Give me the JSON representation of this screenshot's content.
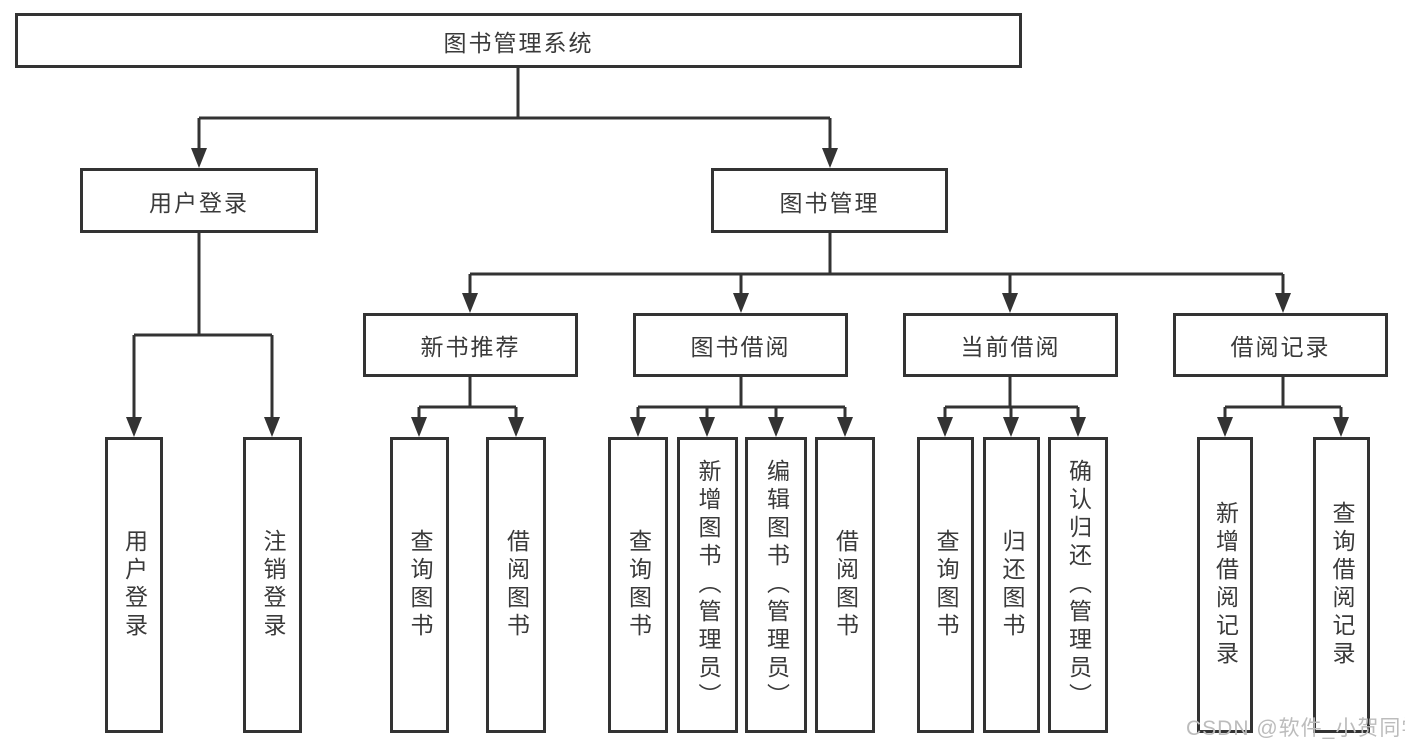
{
  "title": "图书管理系统",
  "tree": {
    "root": "图书管理系统",
    "branches": [
      {
        "label": "用户登录",
        "children": [
          "用户登录",
          "注销登录"
        ]
      },
      {
        "label": "图书管理",
        "children": [
          {
            "label": "新书推荐",
            "children": [
              "查询图书",
              "借阅图书"
            ]
          },
          {
            "label": "图书借阅",
            "children": [
              "查询图书",
              "新增图书（管理员）",
              "编辑图书（管理员）",
              "借阅图书"
            ]
          },
          {
            "label": "当前借阅",
            "children": [
              "查询图书",
              "归还图书",
              "确认归还（管理员）"
            ]
          },
          {
            "label": "借阅记录",
            "children": [
              "新增借阅记录",
              "查询借阅记录"
            ]
          }
        ]
      }
    ]
  },
  "watermark": "CSDN @软件_小贺同学",
  "colors": {
    "line": "#333333",
    "box_border": "#333333",
    "text": "#3a3a3a",
    "watermark": "#bcbcbc",
    "background": "#ffffff"
  }
}
